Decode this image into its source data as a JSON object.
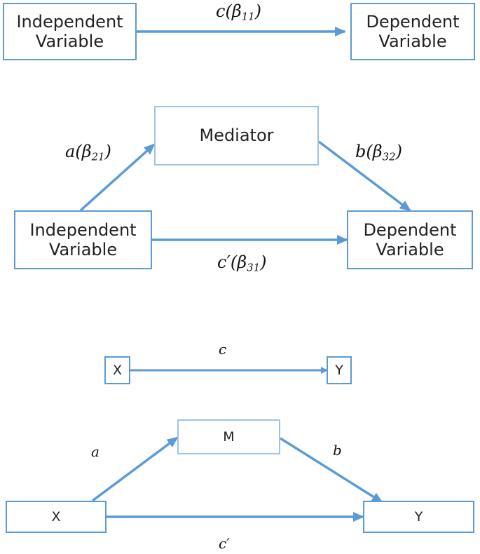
{
  "accent_color": "#5b9bd5",
  "light_accent_color": "#9dc3e6",
  "panel_total_effect": {
    "independent": "Independent\nVariable",
    "dependent": "Dependent\nVariable",
    "path_c": {
      "letter": "c",
      "beta": "β",
      "sub": "11"
    }
  },
  "panel_mediation": {
    "mediator": "Mediator",
    "independent": "Independent\nVariable",
    "dependent": "Dependent\nVariable",
    "path_a": {
      "letter": "a",
      "beta": "β",
      "sub": "21"
    },
    "path_b": {
      "letter": "b",
      "beta": "β",
      "sub": "32"
    },
    "path_c_prime": {
      "letter": "c′",
      "beta": "β",
      "sub": "31"
    }
  },
  "panel_simple_total": {
    "x": "X",
    "y": "Y",
    "path_c": "c"
  },
  "panel_simple_mediation": {
    "x": "X",
    "m": "M",
    "y": "Y",
    "path_a": "a",
    "path_b": "b",
    "path_c_prime": "c′"
  }
}
